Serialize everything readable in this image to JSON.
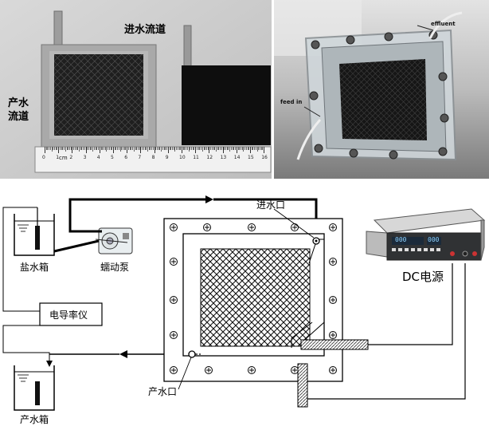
{
  "photo_labels": {
    "inlet_channel": "进水流道",
    "outlet_channel": "产水\n流道",
    "effluent": "effluent",
    "feed_in": "feed in"
  },
  "ruler": {
    "cm_label": "cm",
    "ticks": [
      "0",
      "1",
      "2",
      "3",
      "4",
      "5",
      "6",
      "7",
      "8",
      "9",
      "10",
      "11",
      "12",
      "13",
      "14",
      "15",
      "16"
    ]
  },
  "schematic": {
    "saltwater_tank": "盐水箱",
    "peristaltic_pump": "蠕动泵",
    "conductivity_meter": "电导率仪",
    "product_tank": "产水箱",
    "inlet_port": "进水口",
    "outlet_port": "产水口",
    "dc_power": "DC电源",
    "psu_display_1": "000",
    "psu_display_2": "000"
  }
}
